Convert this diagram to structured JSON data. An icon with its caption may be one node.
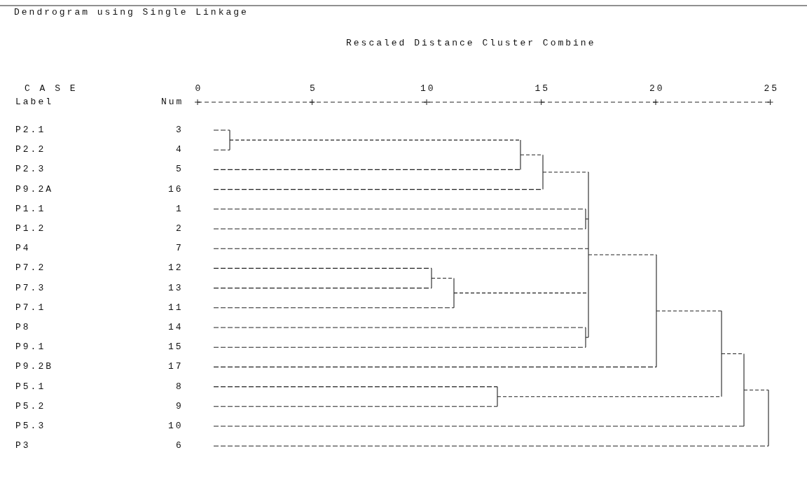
{
  "diagram": {
    "title": "Dendrogram using Single Linkage",
    "labels": [
      "Rescaled Distance Cluster Combine",
      "C A S E",
      "0",
      "5",
      "10",
      "15",
      "20",
      "25",
      "Label",
      "Num",
      "P2.1",
      "3",
      "P2.2",
      "4",
      "P2.3",
      "5",
      "P9.2A",
      "16",
      "P1.1",
      "1",
      "P1.2",
      "2",
      "P4",
      "7",
      "P7.2",
      "12",
      "P7.3",
      "13",
      "P7.1",
      "11",
      "P8",
      "14",
      "P9.1",
      "15",
      "P9.2B",
      "17",
      "P5.1",
      "8",
      "P5.2",
      "9",
      "P5.3",
      "10",
      "P3",
      "6"
    ]
  }
}
